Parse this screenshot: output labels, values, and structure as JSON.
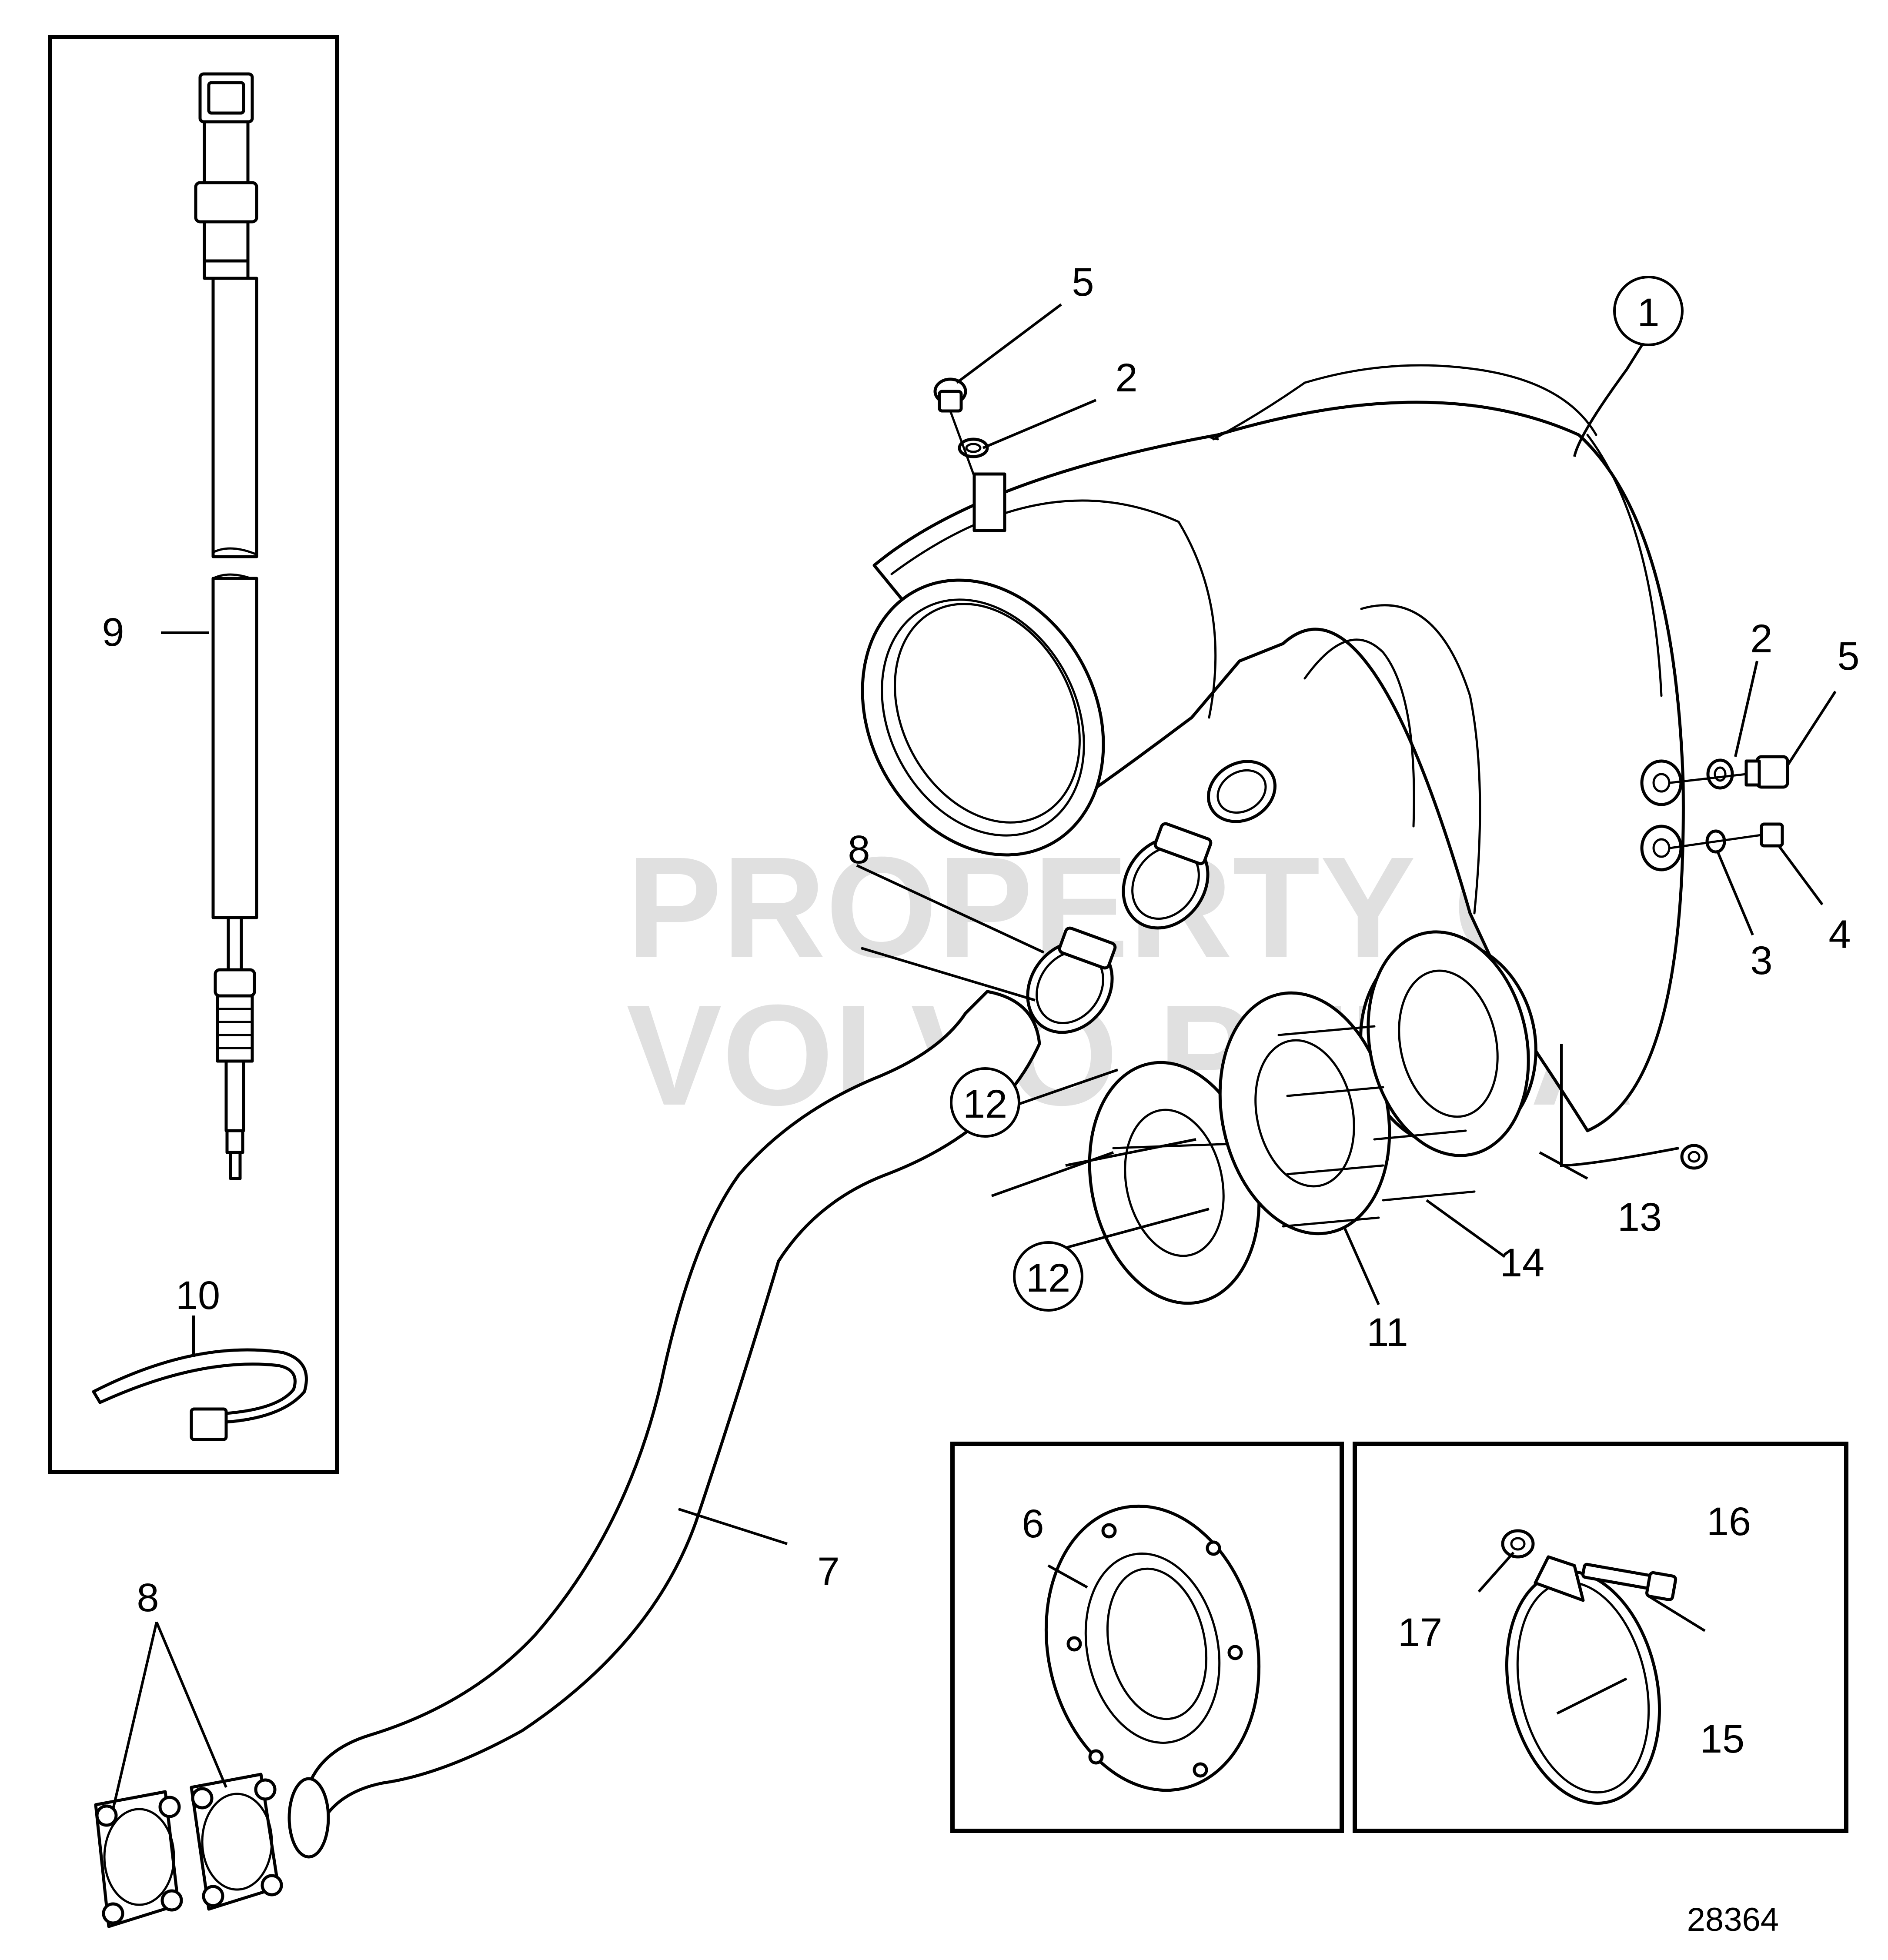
{
  "watermark": {
    "line1": "PROPERTY OF",
    "line2": "VOLVO PENTA"
  },
  "drawing_number": "28364",
  "callouts": {
    "c1": "1",
    "c2a": "2",
    "c2b": "2",
    "c3": "3",
    "c4": "4",
    "c5a": "5",
    "c5b": "5",
    "c6": "6",
    "c7": "7",
    "c8a": "8",
    "c8b": "8",
    "c9": "9",
    "c10": "10",
    "c11": "11",
    "c12a": "12",
    "c12b": "12",
    "c13": "13",
    "c14": "14",
    "c15": "15",
    "c16": "16",
    "c17": "17"
  },
  "colors": {
    "line": "#000000",
    "background": "#ffffff",
    "watermark": "#c8c8c8"
  }
}
